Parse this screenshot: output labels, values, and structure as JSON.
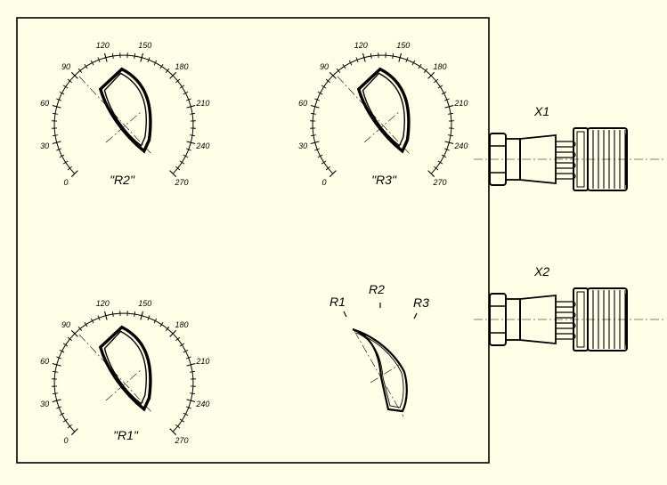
{
  "colors": {
    "background": "#ffffe8",
    "ink": "#000000"
  },
  "dials": [
    {
      "id": "r2",
      "label": "\"R2\"",
      "ticks": [
        "0",
        "30",
        "60",
        "90",
        "120",
        "150",
        "180",
        "210",
        "240",
        "270"
      ]
    },
    {
      "id": "r3",
      "label": "\"R3\"",
      "ticks": [
        "0",
        "30",
        "60",
        "90",
        "120",
        "150",
        "180",
        "210",
        "240",
        "270"
      ]
    },
    {
      "id": "r1",
      "label": "\"R1\"",
      "ticks": [
        "0",
        "30",
        "60",
        "90",
        "120",
        "150",
        "180",
        "210",
        "240",
        "270"
      ]
    }
  ],
  "selector": {
    "positions": [
      "R1",
      "R2",
      "R3"
    ]
  },
  "connectors": [
    {
      "id": "x1",
      "label": "X1"
    },
    {
      "id": "x2",
      "label": "X2"
    }
  ]
}
